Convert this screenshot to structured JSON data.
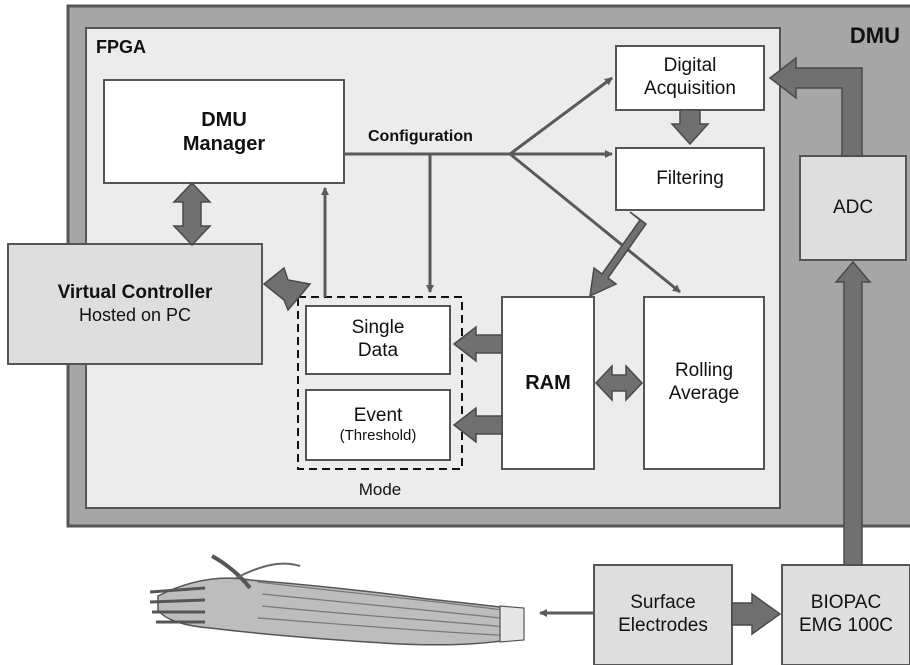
{
  "dmu_label": "DMU",
  "fpga_label": "FPGA",
  "dmu_manager": {
    "line1": "DMU",
    "line2": "Manager"
  },
  "configuration_label": "Configuration",
  "digital_acquisition": {
    "line1": "Digital",
    "line2": "Acquisition"
  },
  "filtering": "Filtering",
  "adc": "ADC",
  "virtual_controller": {
    "title": "Virtual Controller",
    "subtitle": "Hosted on PC"
  },
  "mode": {
    "label": "Mode",
    "single_data": {
      "line1": "Single",
      "line2": "Data"
    },
    "event": {
      "line1": "Event",
      "line2": "(Threshold)"
    }
  },
  "ram": "RAM",
  "rolling_average": {
    "line1": "Rolling",
    "line2": "Average"
  },
  "surface_electrodes": {
    "line1": "Surface",
    "line2": "Electrodes"
  },
  "biopac": {
    "line1": "BIOPAC",
    "line2": "EMG 100C"
  },
  "colors": {
    "dmu_bg": "#a6a6a6",
    "fpga_bg": "#ececec",
    "box_bg": "#ffffff",
    "side_box_bg": "#dedede",
    "arrow": "#707070",
    "border": "#555555"
  }
}
